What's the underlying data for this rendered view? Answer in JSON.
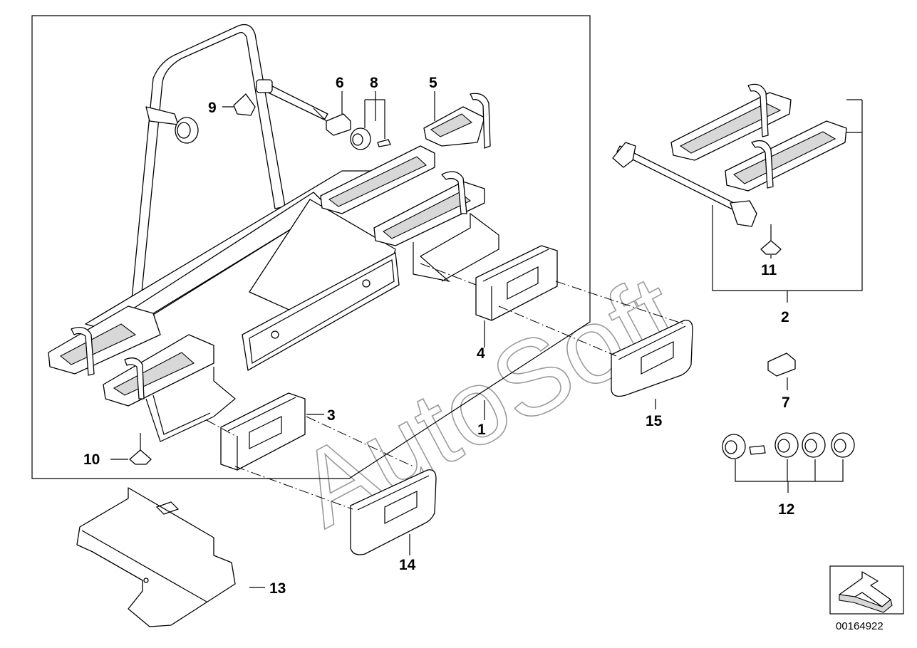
{
  "callouts": {
    "c1": "1",
    "c2": "2",
    "c3": "3",
    "c4": "4",
    "c5": "5",
    "c6": "6",
    "c7": "7",
    "c8": "8",
    "c9": "9",
    "c10": "10",
    "c11": "11",
    "c12": "12",
    "c13": "13",
    "c14": "14",
    "c15": "15"
  },
  "watermark": "AutoSoft",
  "document_number": "00164922",
  "icons": {
    "corner": "arrow-icon"
  }
}
